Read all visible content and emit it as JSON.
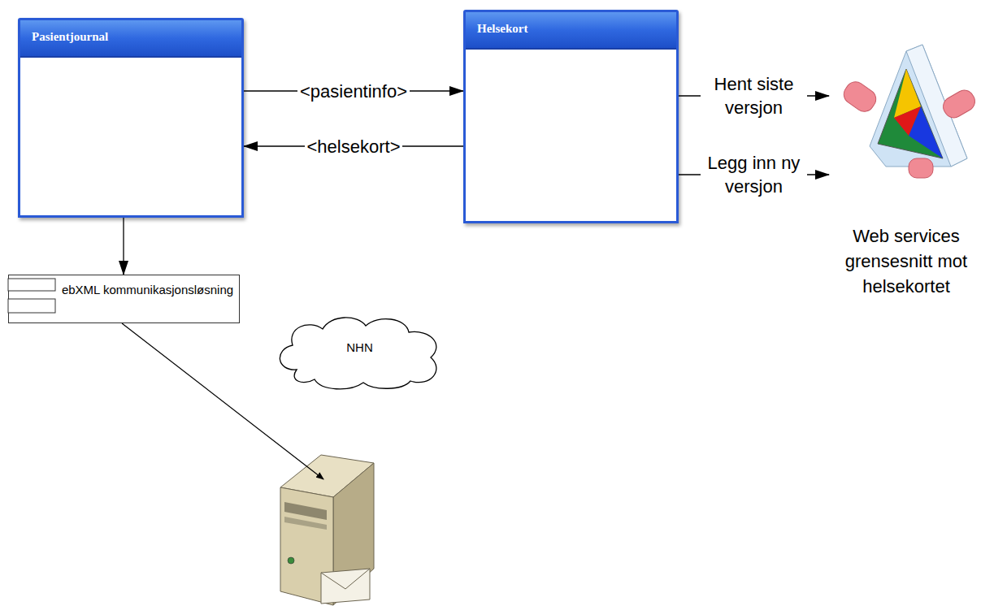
{
  "diagram": {
    "nodes": [
      {
        "text": [
          "Pasientjournal"
        ]
      },
      {
        "text": [
          "Helsekort"
        ]
      },
      {
        "text": [
          "ebXML kommunikasjonsløsning"
        ]
      },
      {
        "text": [
          "Web services grensesnitt mot helsekortet"
        ]
      },
      {
        "text": [
          "NHN"
        ]
      }
    ],
    "edges": [
      {
        "from": 0,
        "to": 1,
        "label": "<pasientinfo>",
        "arrow": "to"
      },
      {
        "from": 1,
        "to": 0,
        "label": "<helsekort>",
        "arrow": "to"
      },
      {
        "from": 0,
        "to": 2,
        "arrow": "to"
      },
      {
        "from": 1,
        "to": 3,
        "label": "Hent siste versjon",
        "arrow": "to"
      },
      {
        "from": 1,
        "to": 3,
        "label": "Legg inn ny versjon",
        "arrow": "to"
      }
    ]
  }
}
